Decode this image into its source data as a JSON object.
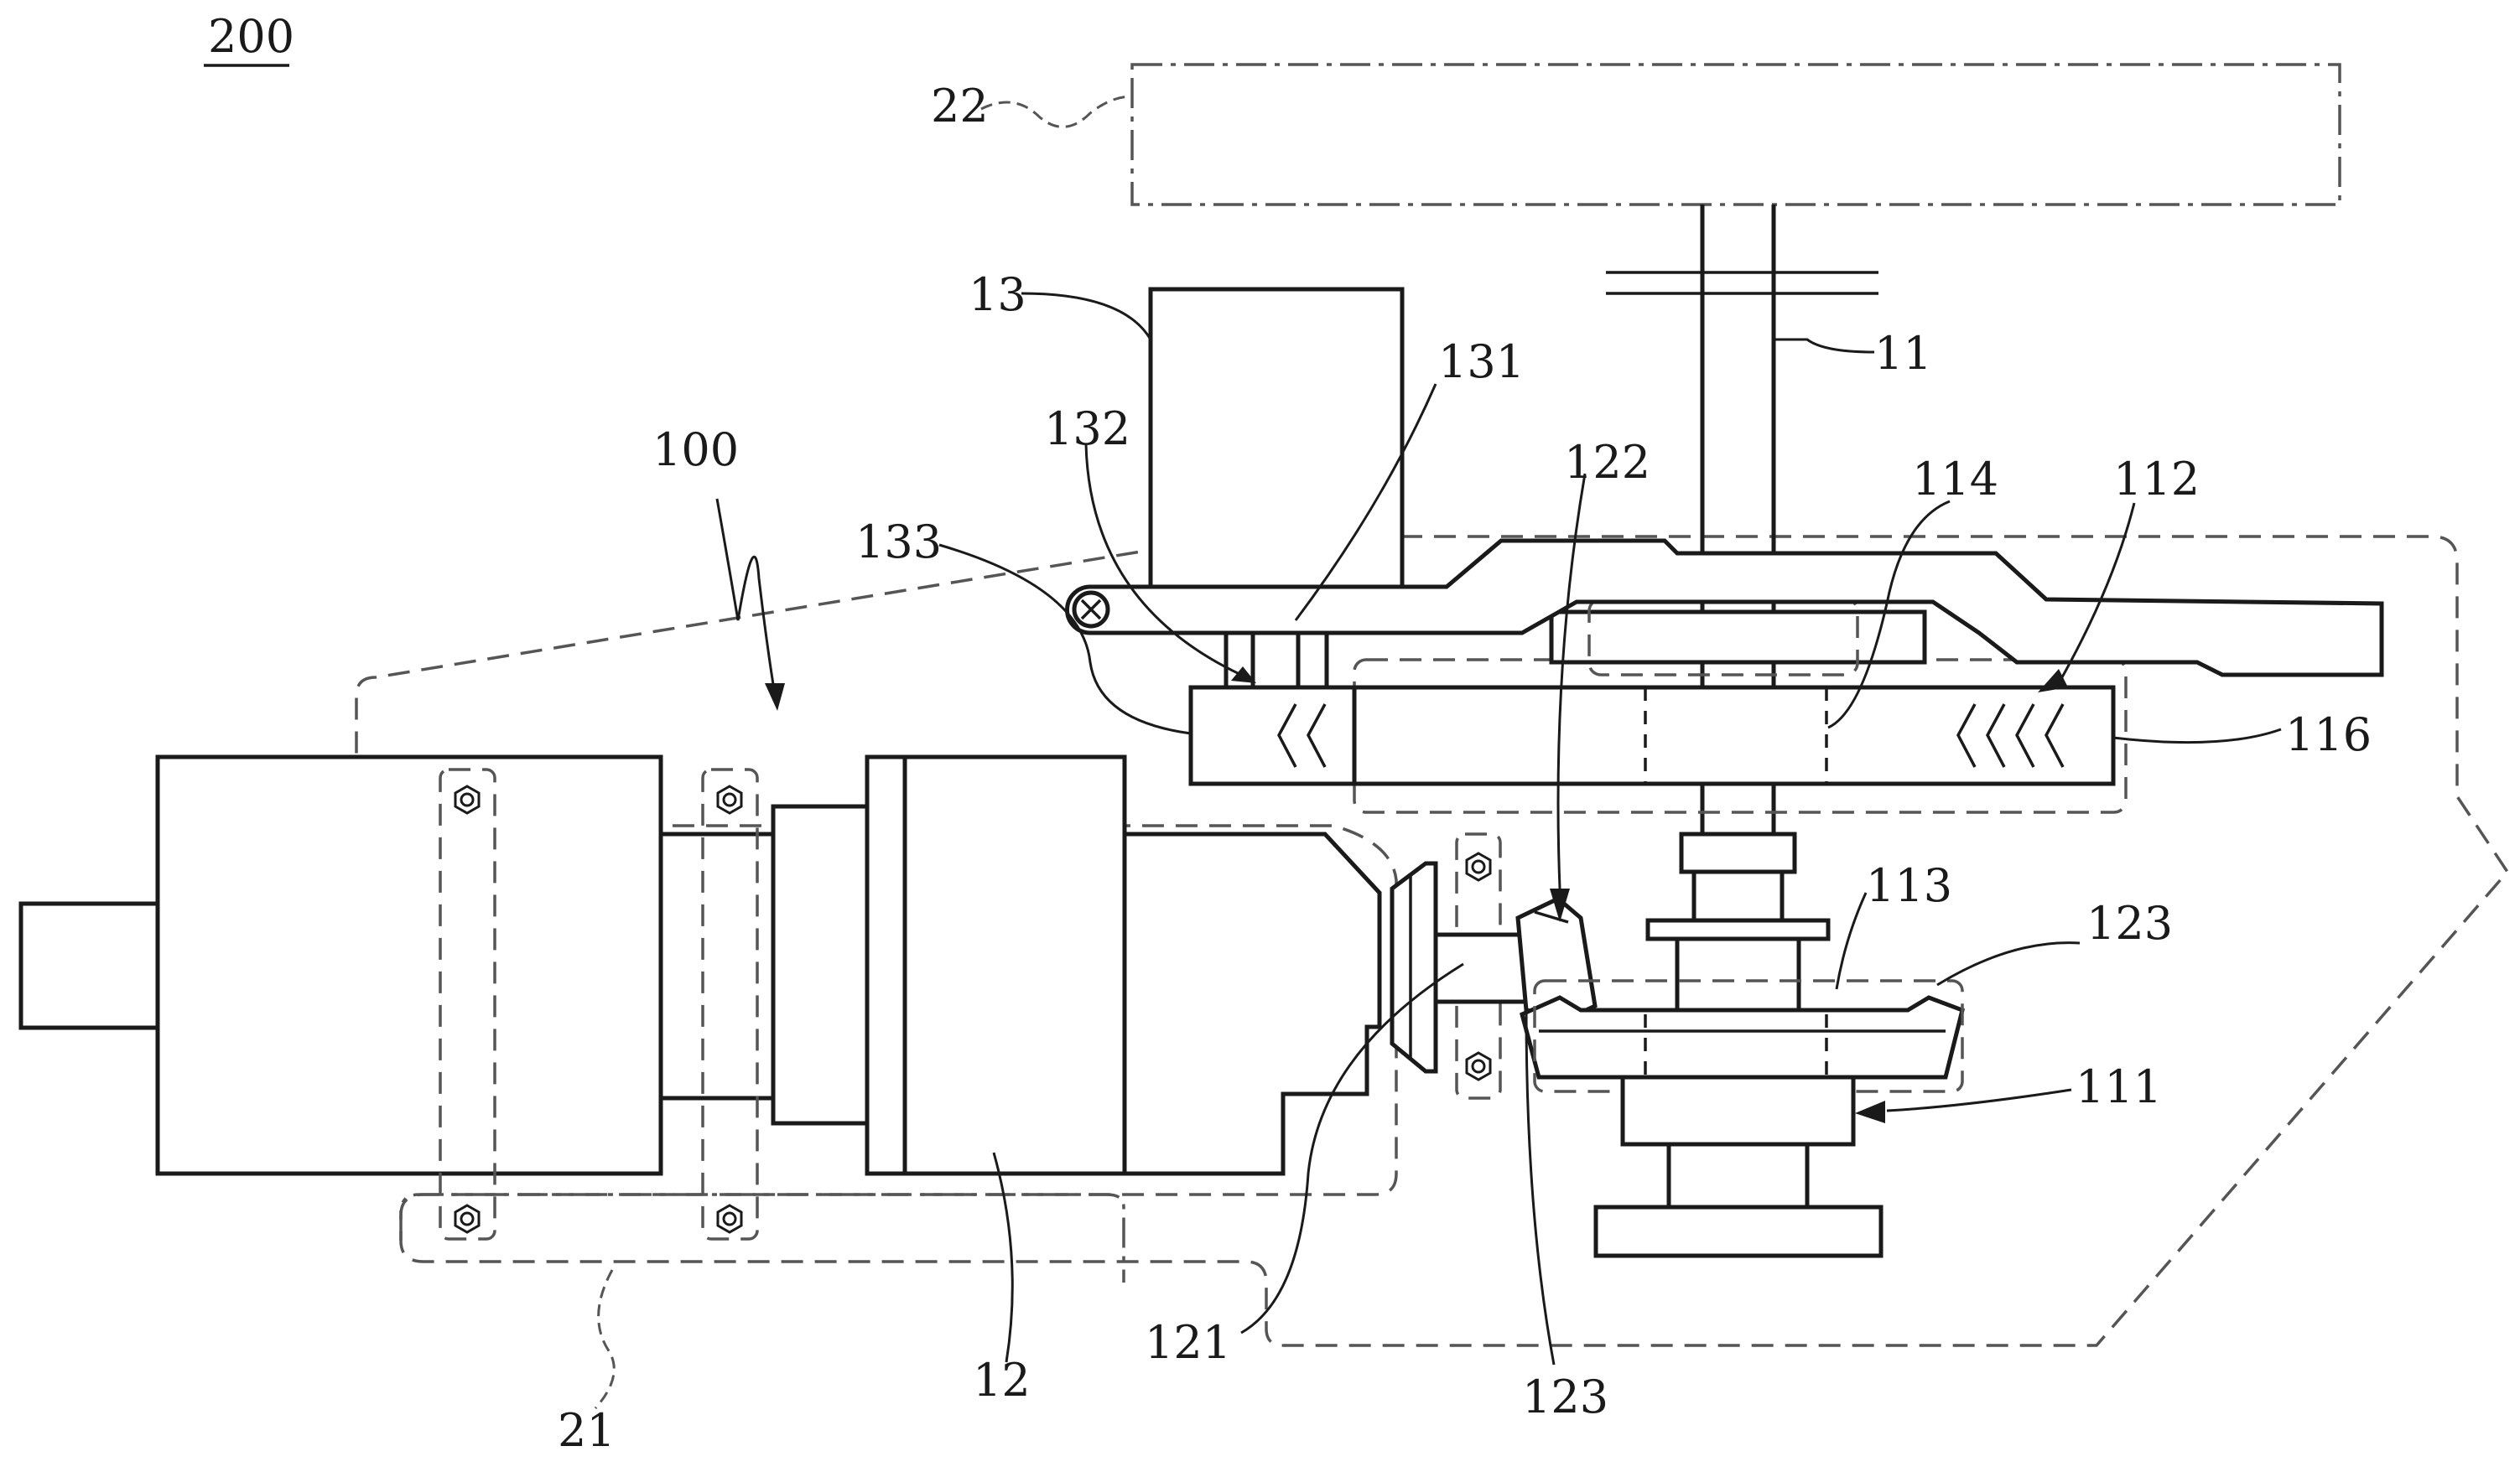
{
  "figure": {
    "labels": {
      "l200": "200",
      "l22": "22",
      "l13": "13",
      "l131": "131",
      "l11": "11",
      "l132": "132",
      "l100": "100",
      "l122": "122",
      "l114": "114",
      "l112": "112",
      "l133": "133",
      "l116": "116",
      "l113": "113",
      "l123a": "123",
      "l111": "111",
      "l121": "121",
      "l12": "12",
      "l123b": "123",
      "l21": "21"
    }
  }
}
